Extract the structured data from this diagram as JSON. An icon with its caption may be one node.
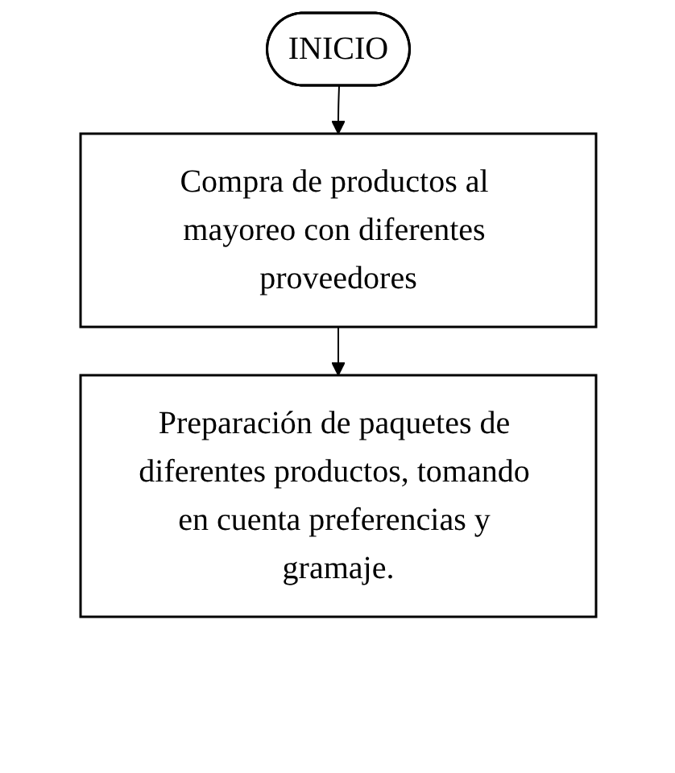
{
  "diagram": {
    "nodes": [
      {
        "text": [
          "INICIO"
        ]
      },
      {
        "text": [
          "Compra de productos al mayoreo con diferentes proveedores"
        ]
      },
      {
        "text": [
          "Preparación de paquetes de diferentes productos, tomando en cuenta preferencias y gramaje."
        ]
      }
    ],
    "edges": [
      {
        "from": 0,
        "to": 1,
        "arrow": "to"
      },
      {
        "from": 1,
        "to": 2,
        "arrow": "to"
      }
    ]
  }
}
